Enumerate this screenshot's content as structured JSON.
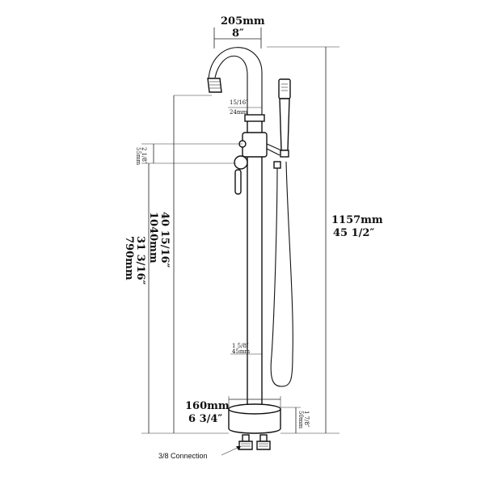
{
  "dimensions": {
    "spout_reach_mm": "205mm",
    "spout_reach_in": "8″",
    "spout_dia_in": "15/16″",
    "spout_dia_mm": "24mm",
    "handle_gap_in": "2 1/8″",
    "handle_gap_mm": "55mm",
    "height_1_in": "40 15/16″",
    "height_1_mm": "1040mm",
    "height_2_in": "31 3/16″",
    "height_2_mm": "790mm",
    "total_height_mm": "1157mm",
    "total_height_in": "45 1/2″",
    "pipe_dia_in": "1 5/8″",
    "pipe_dia_mm": "45mm",
    "base_dia_mm": "160mm",
    "base_dia_in": "6 3/4″",
    "base_height_mm": "50mm",
    "base_height_in": "1 7/8″"
  },
  "labels": {
    "connection": "3/8 Connection"
  }
}
